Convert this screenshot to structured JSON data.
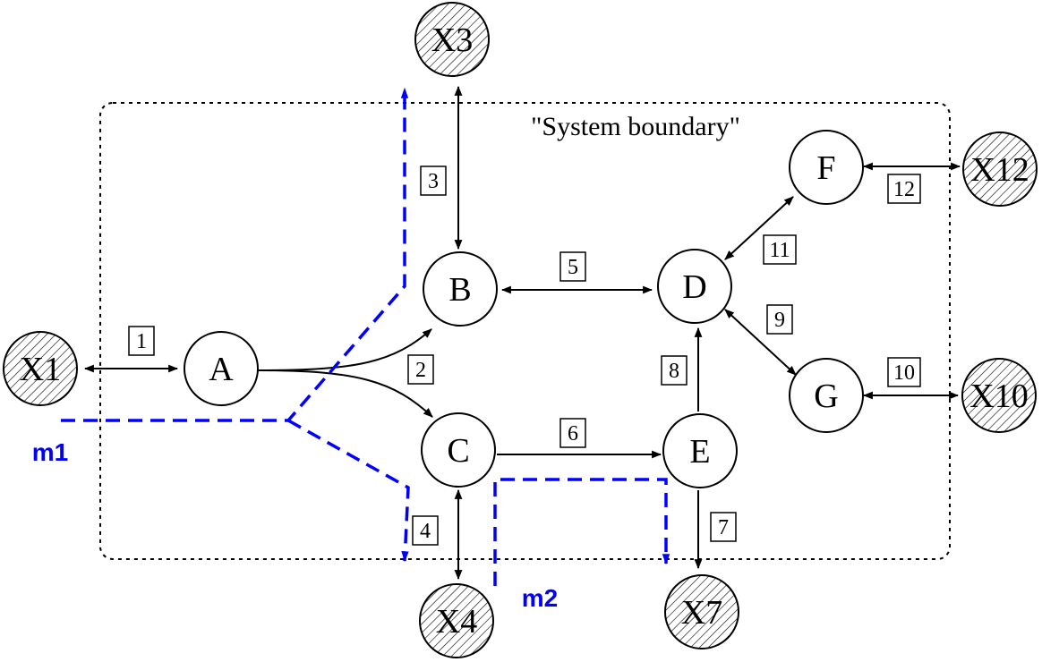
{
  "boundary": {
    "label": "\"System boundary\""
  },
  "nodes": [
    {
      "id": "A",
      "label": "A",
      "external": false
    },
    {
      "id": "B",
      "label": "B",
      "external": false
    },
    {
      "id": "C",
      "label": "C",
      "external": false
    },
    {
      "id": "D",
      "label": "D",
      "external": false
    },
    {
      "id": "E",
      "label": "E",
      "external": false
    },
    {
      "id": "F",
      "label": "F",
      "external": false
    },
    {
      "id": "G",
      "label": "G",
      "external": false
    },
    {
      "id": "X1",
      "label": "X1",
      "external": true
    },
    {
      "id": "X3",
      "label": "X3",
      "external": true
    },
    {
      "id": "X4",
      "label": "X4",
      "external": true
    },
    {
      "id": "X7",
      "label": "X7",
      "external": true
    },
    {
      "id": "X10",
      "label": "X10",
      "external": true
    },
    {
      "id": "X12",
      "label": "X12",
      "external": true
    }
  ],
  "edges": [
    {
      "label": "1",
      "from": "X1",
      "to": "A",
      "direction": "both"
    },
    {
      "label": "2",
      "from": "A",
      "to": "C",
      "direction": "forward"
    },
    {
      "label": "",
      "from": "A",
      "to": "B",
      "direction": "forward"
    },
    {
      "label": "3",
      "from": "X3",
      "to": "B",
      "direction": "both"
    },
    {
      "label": "4",
      "from": "C",
      "to": "X4",
      "direction": "both"
    },
    {
      "label": "5",
      "from": "B",
      "to": "D",
      "direction": "both"
    },
    {
      "label": "6",
      "from": "C",
      "to": "E",
      "direction": "forward"
    },
    {
      "label": "7",
      "from": "E",
      "to": "X7",
      "direction": "forward"
    },
    {
      "label": "8",
      "from": "E",
      "to": "D",
      "direction": "forward"
    },
    {
      "label": "9",
      "from": "D",
      "to": "G",
      "direction": "both"
    },
    {
      "label": "10",
      "from": "G",
      "to": "X10",
      "direction": "both"
    },
    {
      "label": "11",
      "from": "D",
      "to": "F",
      "direction": "both"
    },
    {
      "label": "12",
      "from": "F",
      "to": "X12",
      "direction": "both"
    }
  ],
  "markers": [
    {
      "id": "m1",
      "label": "m1"
    },
    {
      "id": "m2",
      "label": "m2"
    }
  ],
  "colors": {
    "stroke": "#000000",
    "marker": "#0000ff",
    "node_fill": "#ffffff",
    "external_fill": "#ffffff"
  }
}
